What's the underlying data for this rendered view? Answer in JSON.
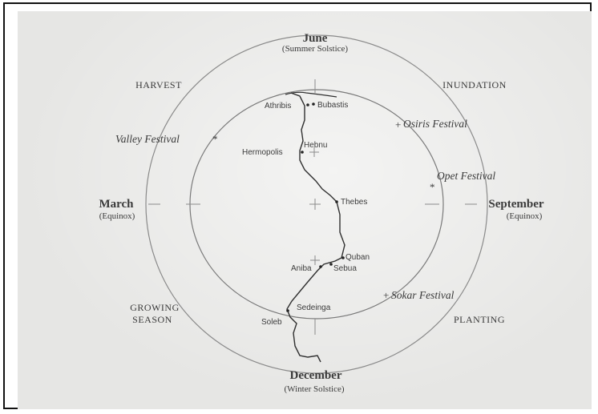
{
  "months": {
    "june": {
      "name": "June",
      "sub": "(Summer Solstice)"
    },
    "march": {
      "name": "March",
      "sub": "(Equinox)"
    },
    "september": {
      "name": "September",
      "sub": "(Equinox)"
    },
    "december": {
      "name": "December",
      "sub": "(Winter Solstice)"
    }
  },
  "seasons": {
    "harvest": "HARVEST",
    "inundation": "INUNDATION",
    "growing_line1": "GROWING",
    "growing_line2": "SEASON",
    "planting": "PLANTING"
  },
  "festivals": {
    "valley": "Valley Festival",
    "osiris": "Osiris Festival",
    "opet": "Opet Festival",
    "sokar": "Sokar Festival"
  },
  "places": {
    "athribis": "Athribis",
    "bubastis": "Bubastis",
    "hebnu": "Hebnu",
    "hermopolis": "Hermopolis",
    "thebes": "Thebes",
    "quban": "Quban",
    "aniba": "Aniba",
    "sebua": "Sebua",
    "sedeinga": "Sedeinga",
    "soleb": "Soleb"
  }
}
